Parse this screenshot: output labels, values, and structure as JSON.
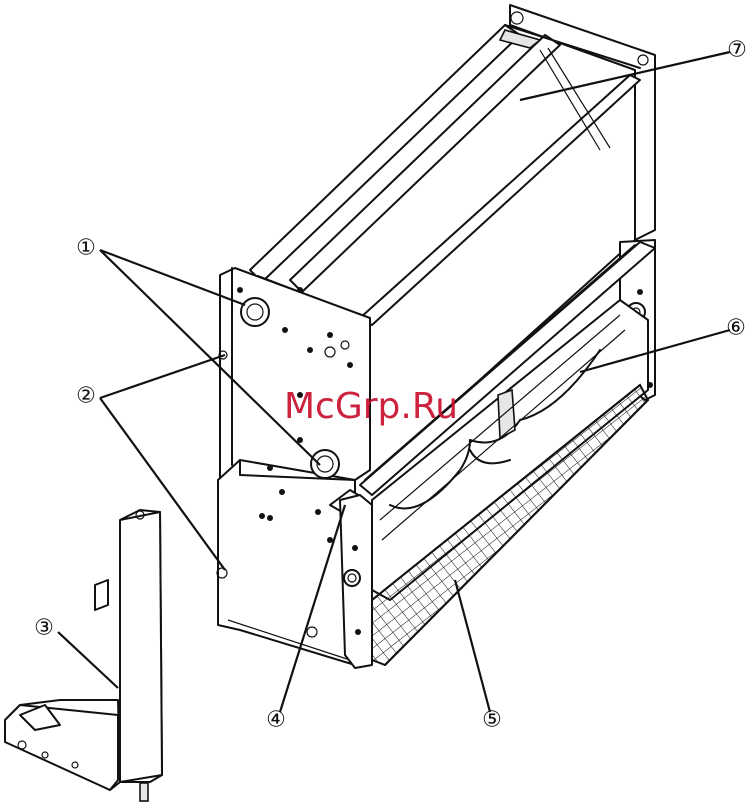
{
  "watermark": "McGrp.Ru",
  "callouts": [
    {
      "id": "1",
      "label": "①"
    },
    {
      "id": "2",
      "label": "②"
    },
    {
      "id": "3",
      "label": "③"
    },
    {
      "id": "4",
      "label": "④"
    },
    {
      "id": "5",
      "label": "⑤"
    },
    {
      "id": "6",
      "label": "⑥"
    },
    {
      "id": "7",
      "label": "⑦"
    }
  ],
  "colors": {
    "line": "#111111",
    "watermark": "#c8102e",
    "background": "#ffffff"
  }
}
